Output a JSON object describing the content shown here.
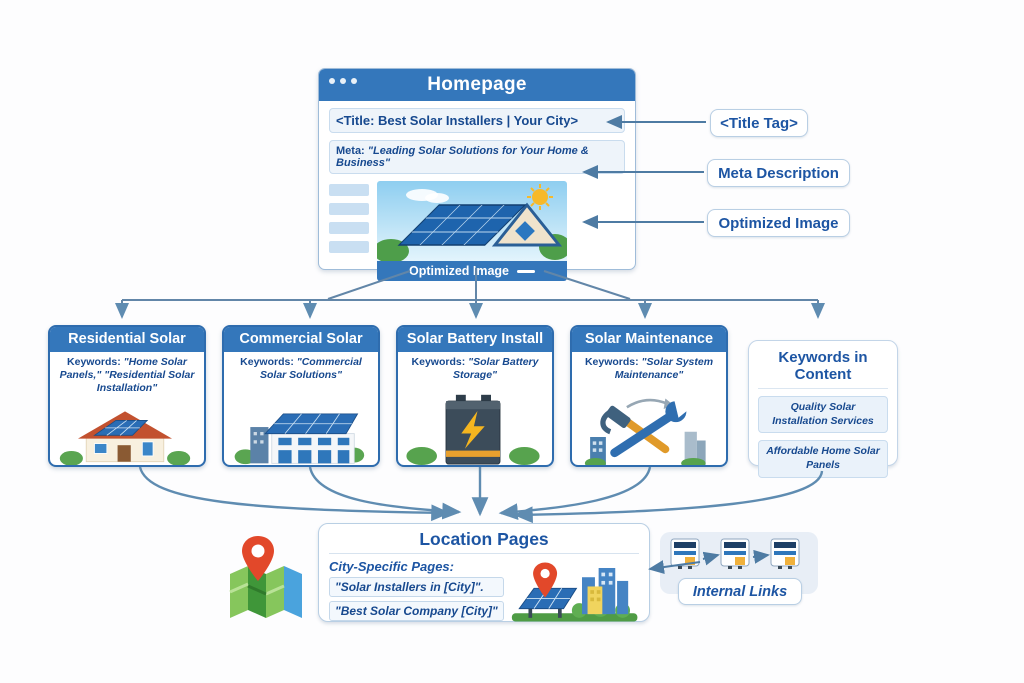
{
  "colors": {
    "accent_blue": "#3477bb",
    "text_blue": "#1a4f9c",
    "arrow_blue": "#5d87ab",
    "panel_blue": "#2a6db5",
    "pin_red": "#e2482a",
    "highlight_orange": "#f0b13c"
  },
  "homepage": {
    "window_title": "Homepage",
    "title_tag": "<Title: Best Solar Installers | Your City>",
    "meta_label": "Meta:",
    "meta_text": "\"Leading Solar Solutions for Your Home & Business\"",
    "image_caption": "Optimized Image"
  },
  "callouts": [
    {
      "label": "<Title Tag>"
    },
    {
      "label": "Meta Description"
    },
    {
      "label": "Optimized Image"
    }
  ],
  "services": [
    {
      "title": "Residential Solar",
      "keywords_label": "Keywords:",
      "keywords": "\"Home Solar Panels,\" \"Residential Solar Installation\"",
      "icon": "house-solar-icon"
    },
    {
      "title": "Commercial Solar",
      "keywords_label": "Keywords:",
      "keywords": "\"Commercial Solar Solutions\"",
      "icon": "commercial-building-solar-icon"
    },
    {
      "title": "Solar Battery Install",
      "keywords_label": "Keywords:",
      "keywords": "\"Solar Battery Storage\"",
      "icon": "battery-bolt-icon"
    },
    {
      "title": "Solar Maintenance",
      "keywords_label": "Keywords:",
      "keywords": "\"Solar System Maintenance\"",
      "icon": "hammer-wrench-icon"
    }
  ],
  "keywords_in_content": {
    "title": "Keywords in Content",
    "items": [
      "Quality Solar Installation Services",
      "Affordable Home Solar Panels"
    ]
  },
  "location_pages": {
    "title": "Location Pages",
    "subtitle": "City-Specific Pages:",
    "items": [
      "\"Solar Installers in [City]\".",
      "\"Best Solar Company [City]\""
    ]
  },
  "internal_links": {
    "label": "Internal Links"
  }
}
